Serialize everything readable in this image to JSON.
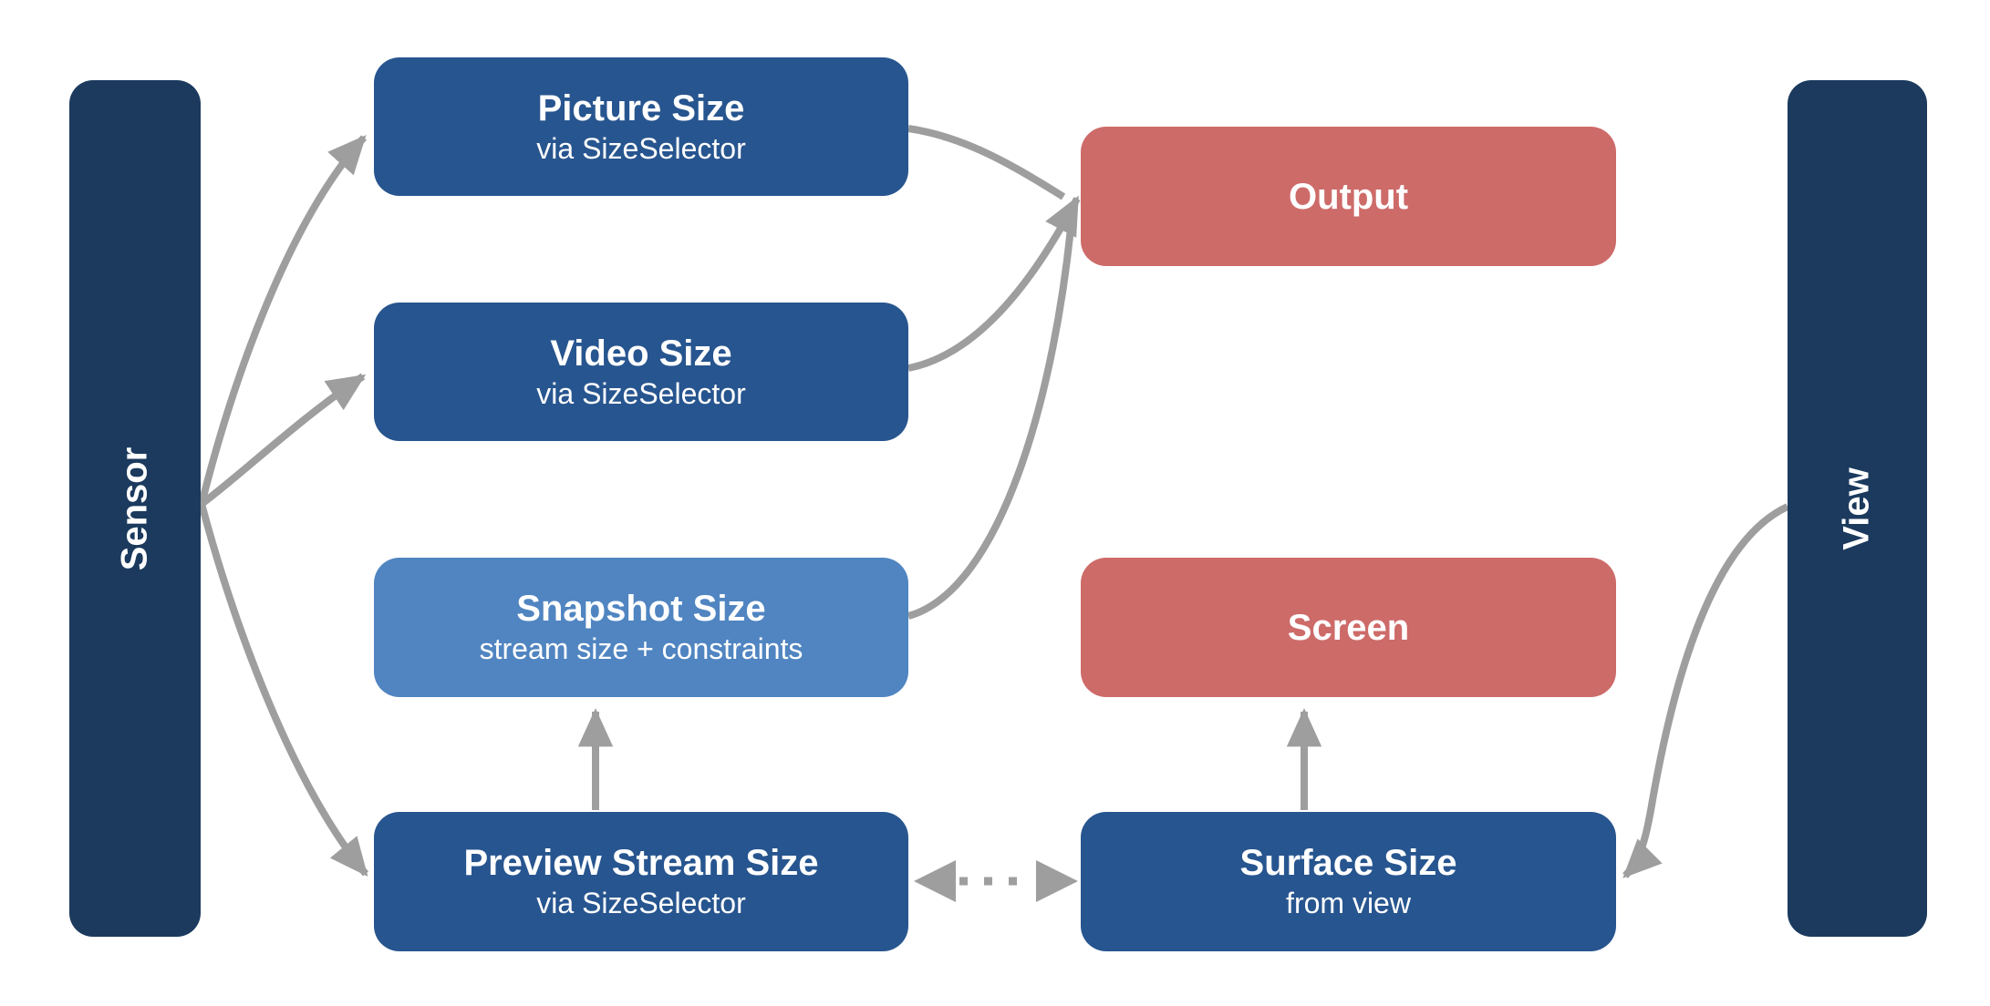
{
  "diagram": {
    "colors": {
      "background": "#ffffff",
      "rail": "#1b3a5e",
      "blue": "#27558f",
      "lightBlue": "#5085c1",
      "red": "#cd6b69",
      "arrow": "#9e9e9e",
      "textOnBox": "#ffffff"
    },
    "rails": {
      "sensor": {
        "label": "Sensor"
      },
      "view": {
        "label": "View"
      }
    },
    "nodes": {
      "picture": {
        "title": "Picture Size",
        "subtitle": "via SizeSelector"
      },
      "video": {
        "title": "Video Size",
        "subtitle": "via SizeSelector"
      },
      "snapshot": {
        "title": "Snapshot Size",
        "subtitle": "stream size + constraints"
      },
      "preview": {
        "title": "Preview Stream Size",
        "subtitle": "via SizeSelector"
      },
      "output": {
        "title": "Output"
      },
      "screen": {
        "title": "Screen"
      },
      "surface": {
        "title": "Surface Size",
        "subtitle": "from view"
      }
    },
    "edges": [
      {
        "from": "sensor",
        "to": "picture-size",
        "style": "solid-curve",
        "arrow": "end"
      },
      {
        "from": "sensor",
        "to": "video-size",
        "style": "solid-curve",
        "arrow": "end"
      },
      {
        "from": "sensor",
        "to": "preview-stream-size",
        "style": "solid-curve",
        "arrow": "end"
      },
      {
        "from": "picture-size",
        "to": "output",
        "style": "solid-curve",
        "arrow": "end"
      },
      {
        "from": "video-size",
        "to": "output",
        "style": "solid-curve",
        "arrow": "end"
      },
      {
        "from": "snapshot-size",
        "to": "output",
        "style": "solid-curve",
        "arrow": "end"
      },
      {
        "from": "preview-stream-size",
        "to": "snapshot-size",
        "style": "solid-straight",
        "arrow": "end"
      },
      {
        "from": "surface-size",
        "to": "screen",
        "style": "solid-straight",
        "arrow": "end"
      },
      {
        "from": "preview-stream-size",
        "to": "surface-size",
        "style": "dotted-straight",
        "arrow": "both"
      },
      {
        "from": "view",
        "to": "surface-size",
        "style": "solid-curve",
        "arrow": "end"
      }
    ]
  }
}
